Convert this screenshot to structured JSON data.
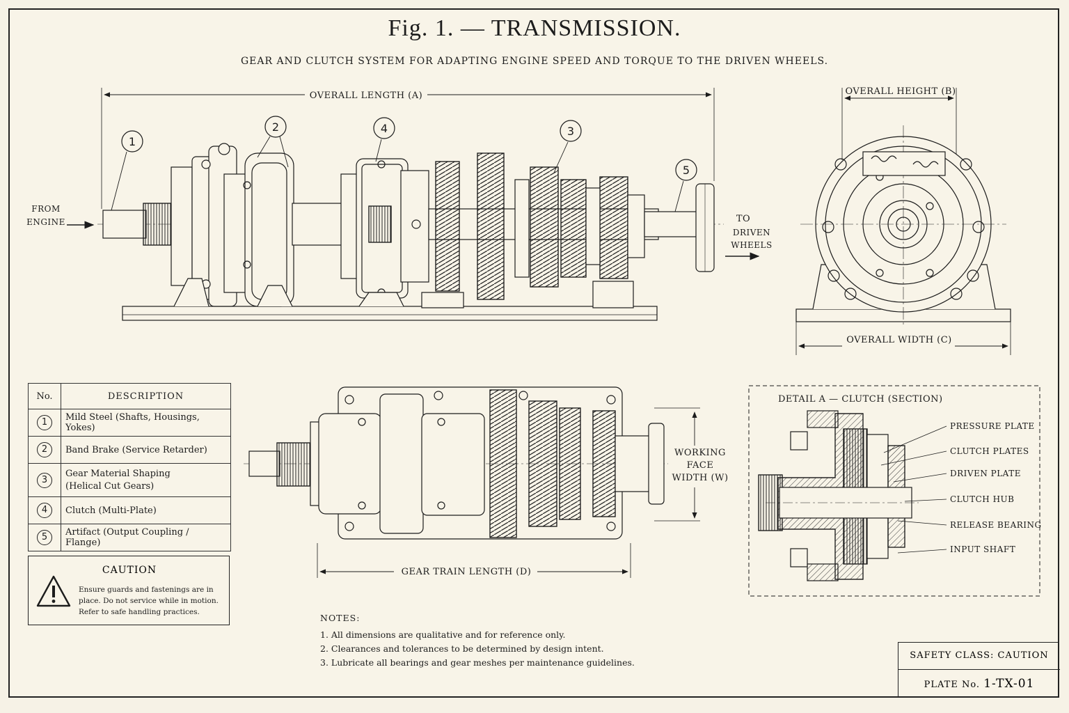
{
  "title": "Fig. 1. — TRANSMISSION.",
  "subtitle": "GEAR AND CLUTCH SYSTEM FOR ADAPTING ENGINE SPEED AND TORQUE TO THE DRIVEN WHEELS.",
  "dimensions": {
    "overall_length": "OVERALL LENGTH (A)",
    "overall_height": "OVERALL HEIGHT (B)",
    "overall_width": "OVERALL WIDTH (C)",
    "gear_train_length": "GEAR TRAIN LENGTH (D)",
    "working_face_width": [
      "WORKING",
      "FACE",
      "WIDTH (W)"
    ]
  },
  "flow": {
    "from_engine": [
      "FROM",
      "ENGINE"
    ],
    "to_driven_wheels": [
      "TO",
      "DRIVEN",
      "WHEELS"
    ]
  },
  "callouts": [
    "1",
    "2",
    "4",
    "3",
    "5"
  ],
  "parts_table": {
    "header_no": "No.",
    "header_description": "DESCRIPTION",
    "rows": [
      {
        "no": "1",
        "lines": [
          "Mild Steel (Shafts, Housings, Yokes)"
        ]
      },
      {
        "no": "2",
        "lines": [
          "Band Brake (Service Retarder)"
        ]
      },
      {
        "no": "3",
        "lines": [
          "Gear Material Shaping",
          "(Helical Cut Gears)"
        ]
      },
      {
        "no": "4",
        "lines": [
          "Clutch (Multi-Plate)"
        ]
      },
      {
        "no": "5",
        "lines": [
          "Artifact (Output Coupling / Flange)"
        ]
      }
    ]
  },
  "caution": {
    "heading": "CAUTION",
    "icon": "warning-triangle-icon",
    "text": "Ensure guards and fastenings are in place. Do not service while in motion. Refer to safe handling practices."
  },
  "detail": {
    "title": "DETAIL A — CLUTCH (SECTION)",
    "labels": [
      "PRESSURE PLATE",
      "CLUTCH PLATES",
      "DRIVEN PLATE",
      "CLUTCH HUB",
      "RELEASE BEARING",
      "INPUT SHAFT"
    ]
  },
  "notes": {
    "heading": "NOTES:",
    "items": [
      "1.  All dimensions are qualitative and for reference only.",
      "2.  Clearances and tolerances to be determined by design intent.",
      "3.  Lubricate all bearings and gear meshes per maintenance guidelines."
    ]
  },
  "title_block": {
    "safety_class": "SAFETY CLASS: CAUTION",
    "plate_prefix": "PLATE No.",
    "plate_number": "1-TX-01"
  },
  "colors": {
    "paper": "#f8f4e8",
    "ink": "#1c1c1c"
  }
}
